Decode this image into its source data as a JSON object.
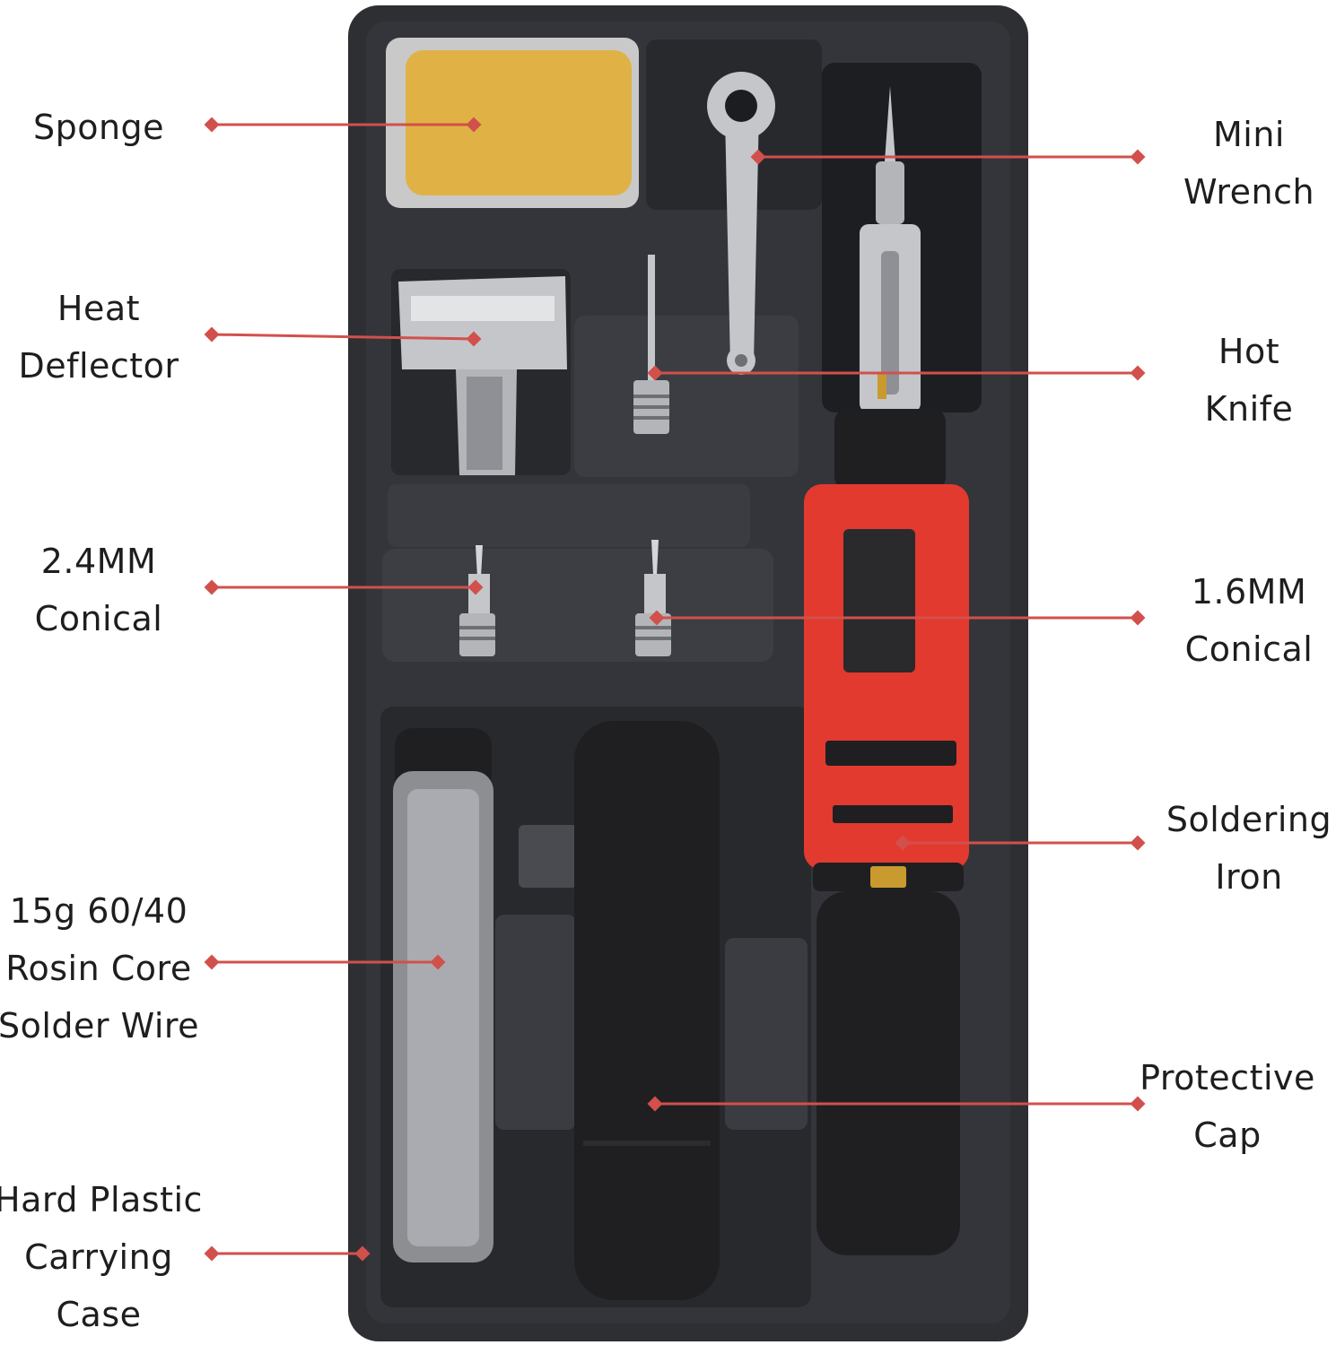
{
  "colors": {
    "leader_line": "#d2504c",
    "case_dark": "#2e2f33",
    "case_mid": "#3a3b40",
    "case_inner": "#1c1d20",
    "sponge": "#e0b246",
    "sponge_tray": "#c9c9c9",
    "metal": "#c4c6ca",
    "metal_dark": "#8e9095",
    "iron_red": "#e23a2f",
    "iron_black": "#1f1f22",
    "brass": "#c99a2e"
  },
  "labels": {
    "sponge": [
      "Sponge"
    ],
    "heat_deflector": [
      "Heat",
      "Deflector"
    ],
    "conical_24": [
      "2.4MM",
      "Conical"
    ],
    "solder_wire": [
      "15g 60/40",
      "Rosin Core",
      "Solder Wire"
    ],
    "carrying_case": [
      "Hard Plastic",
      "Carrying",
      "Case"
    ],
    "mini_wrench": [
      "Mini",
      "Wrench"
    ],
    "hot_knife": [
      "Hot",
      "Knife"
    ],
    "conical_16": [
      "1.6MM",
      "Conical"
    ],
    "soldering_iron": [
      "Soldering",
      "Iron"
    ],
    "protective_cap": [
      "Protective",
      "Cap"
    ]
  }
}
